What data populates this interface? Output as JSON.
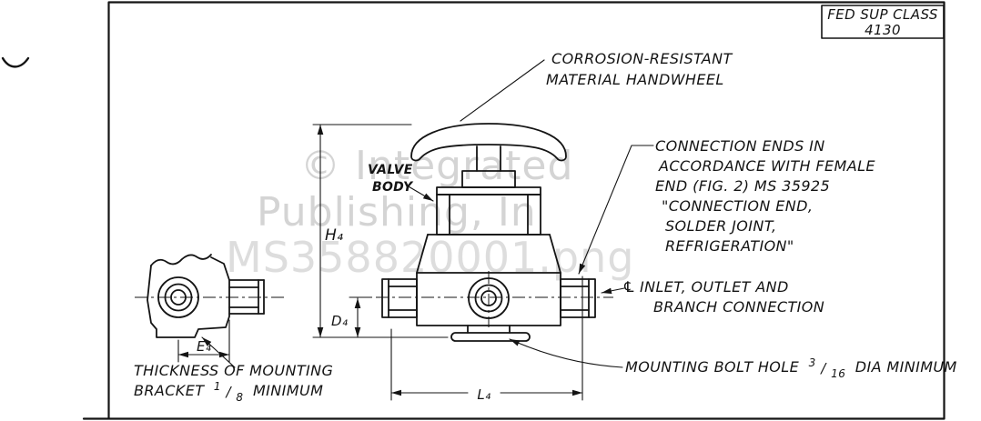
{
  "title_block": {
    "line1": "FED SUP CLASS",
    "line2": "4130"
  },
  "watermark": {
    "line1": "© Integrated",
    "line2": "Publishing, In",
    "line3": "MS358820001.png"
  },
  "annotations": {
    "handwheel": {
      "line1": "CORROSION-RESISTANT",
      "line2": "MATERIAL HANDWHEEL"
    },
    "valve_body": {
      "line1": "VALVE",
      "line2": "BODY"
    },
    "connection_ends": {
      "line1": "CONNECTION ENDS IN",
      "line2": "ACCORDANCE WITH FEMALE",
      "line3": "END (FIG. 2) MS 35925",
      "line4": "\"CONNECTION END,",
      "line5": "SOLDER JOINT,",
      "line6": "REFRIGERATION\""
    },
    "inlet_outlet": {
      "symbol": "℄",
      "line1": "INLET, OUTLET AND",
      "line2": "BRANCH CONNECTION"
    },
    "mounting_bolt": {
      "before": "MOUNTING BOLT HOLE",
      "frac_num": "3",
      "slash": "/",
      "frac_den": "16",
      "after": "DIA MINIMUM"
    },
    "bracket_thickness": {
      "line1": "THICKNESS OF MOUNTING",
      "line2_before": "BRACKET",
      "frac_num": "1",
      "slash": "/",
      "frac_den": "8",
      "line2_after": "MINIMUM"
    }
  },
  "dimensions": {
    "height": "H₄",
    "drop": "D₄",
    "offset": "E₄",
    "length": "L₄"
  }
}
